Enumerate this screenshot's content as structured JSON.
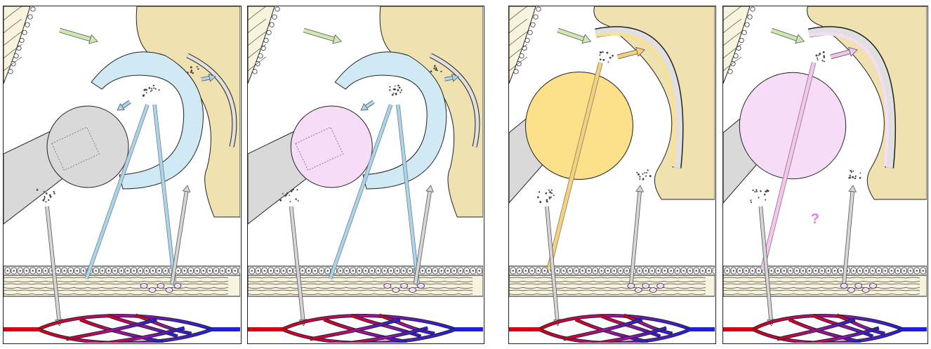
{
  "figure": {
    "panels": [
      {
        "id": "A",
        "head_color": "#d9d9d9",
        "insert": "liner",
        "head_shape": "small"
      },
      {
        "id": "B",
        "head_color": "#f7dcf7",
        "insert": "liner",
        "head_shape": "small"
      },
      {
        "id": "C",
        "head_color": "#fde08a",
        "insert": "shell",
        "head_shape": "large"
      },
      {
        "id": "D",
        "head_color": "#f7dcf7",
        "insert": "shell",
        "head_shape": "large"
      }
    ],
    "colors": {
      "bone": "#efe2b0",
      "liner": "#cfeaf4",
      "stem": "#d9d9d9",
      "tissue": "#f8f3dc",
      "arrow_green": "#cfe8b0",
      "arrow_blue": "#a8d6ee",
      "arrow_gray": "#d6d6d6",
      "arrow_yellow": "#f4d27a",
      "arrow_pink": "#f6c4ef",
      "artery": "#d4001a",
      "vein": "#1f1fe0"
    },
    "annotation": "?"
  }
}
